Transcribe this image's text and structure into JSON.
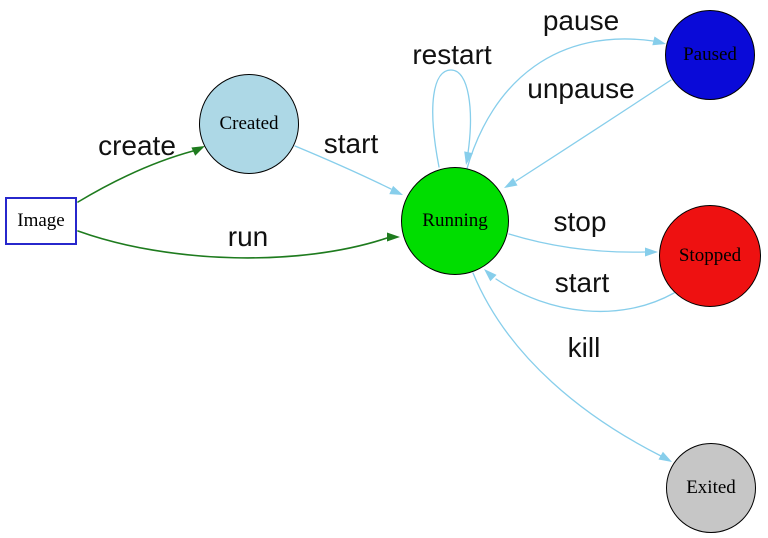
{
  "canvas": {
    "background": "#ffffff"
  },
  "nodes": [
    {
      "id": "image",
      "label": "Image",
      "shape": "rectangle",
      "fill": "#ffffff",
      "border_color": "#2727cc"
    },
    {
      "id": "created",
      "label": "Created",
      "shape": "circle",
      "fill": "#add8e6",
      "border_color": "#000000"
    },
    {
      "id": "running",
      "label": "Running",
      "shape": "circle",
      "fill": "#00dd00",
      "border_color": "#000000"
    },
    {
      "id": "paused",
      "label": "Paused",
      "shape": "circle",
      "fill": "#0a0ad8",
      "border_color": "#000000"
    },
    {
      "id": "stopped",
      "label": "Stopped",
      "shape": "circle",
      "fill": "#ee1111",
      "border_color": "#000000"
    },
    {
      "id": "exited",
      "label": "Exited",
      "shape": "circle",
      "fill": "#c6c6c6",
      "border_color": "#000000"
    }
  ],
  "edges": [
    {
      "label": "create",
      "from": "image",
      "to": "created",
      "color": "#1e7b1e"
    },
    {
      "label": "run",
      "from": "image",
      "to": "running",
      "color": "#1e7b1e"
    },
    {
      "label": "start",
      "from": "created",
      "to": "running",
      "color": "#87ceeb"
    },
    {
      "label": "restart",
      "from": "running",
      "to": "running",
      "color": "#87ceeb"
    },
    {
      "label": "pause",
      "from": "running",
      "to": "paused",
      "color": "#87ceeb"
    },
    {
      "label": "unpause",
      "from": "paused",
      "to": "running",
      "color": "#87ceeb"
    },
    {
      "label": "stop",
      "from": "running",
      "to": "stopped",
      "color": "#87ceeb"
    },
    {
      "label": "start",
      "from": "stopped",
      "to": "running",
      "color": "#87ceeb"
    },
    {
      "label": "kill",
      "from": "running",
      "to": "exited",
      "color": "#87ceeb"
    }
  ]
}
